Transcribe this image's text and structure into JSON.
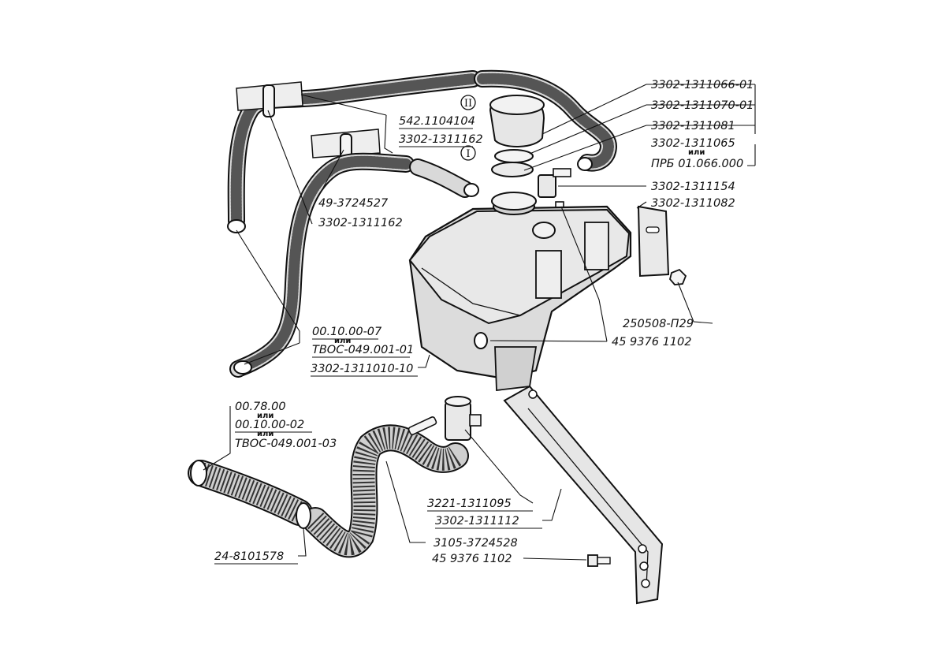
{
  "labels": {
    "cap_2": "3302-1311066-01",
    "cap_seal": "3302-1311070-01",
    "cap_1": "3302-1311081",
    "cap_1_alt_a": "3302-1311065",
    "cap_1_alt_b": "ПРБ 01.066.000",
    "fitting": "3302-1311154",
    "bracket_plate": "3302-1311082",
    "nut": "250508-П29",
    "bolt_tank": "45 9376 1102",
    "clamp_top": "542.1104104",
    "hose_top": "3302-1311162",
    "clip": "49-3724527",
    "hose_mid": "3302-1311162",
    "clamp_left_a": "00.10.00-07",
    "clamp_left_b": "ТВОС-049.001-01",
    "tank": "3302-1311010-10",
    "clamp_bot_a": "00.78.00",
    "clamp_bot_b": "00.10.00-02",
    "clamp_bot_c": "ТВОС-049.001-03",
    "tee": "3221-1311095",
    "bracket_long": "3302-1311112",
    "hose_corr": "3105-3724528",
    "bolt_bracket": "45 9376 1102",
    "hose_bottom": "24-8101578"
  },
  "ili_word": "или",
  "roman_two": "II",
  "roman_one": "I"
}
